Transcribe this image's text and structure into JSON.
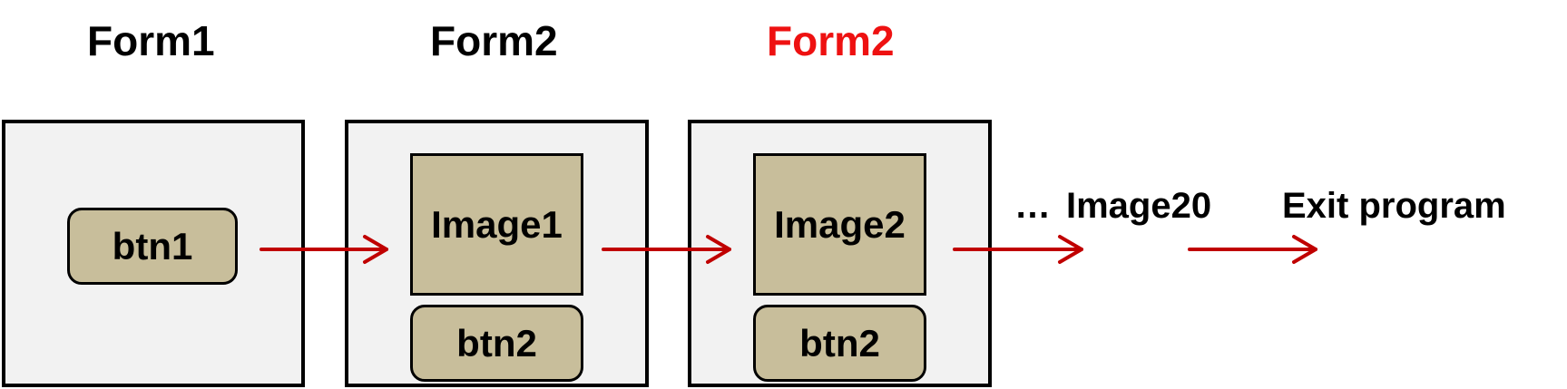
{
  "titles": [
    {
      "text": "Form1"
    },
    {
      "text": "Form2"
    },
    {
      "text": "Form2",
      "highlight": true
    }
  ],
  "forms": [
    {
      "button": "btn1"
    },
    {
      "image": "Image1",
      "button": "btn2"
    },
    {
      "image": "Image2",
      "button": "btn2"
    }
  ],
  "continuation": {
    "ellipsis": "…",
    "label": "Image20"
  },
  "end_label": "Exit program",
  "colors": {
    "arrow": "#c00000",
    "highlight_title": "#ee1111",
    "widget_fill": "#c8be9b",
    "form_fill": "#f2f2f2"
  }
}
